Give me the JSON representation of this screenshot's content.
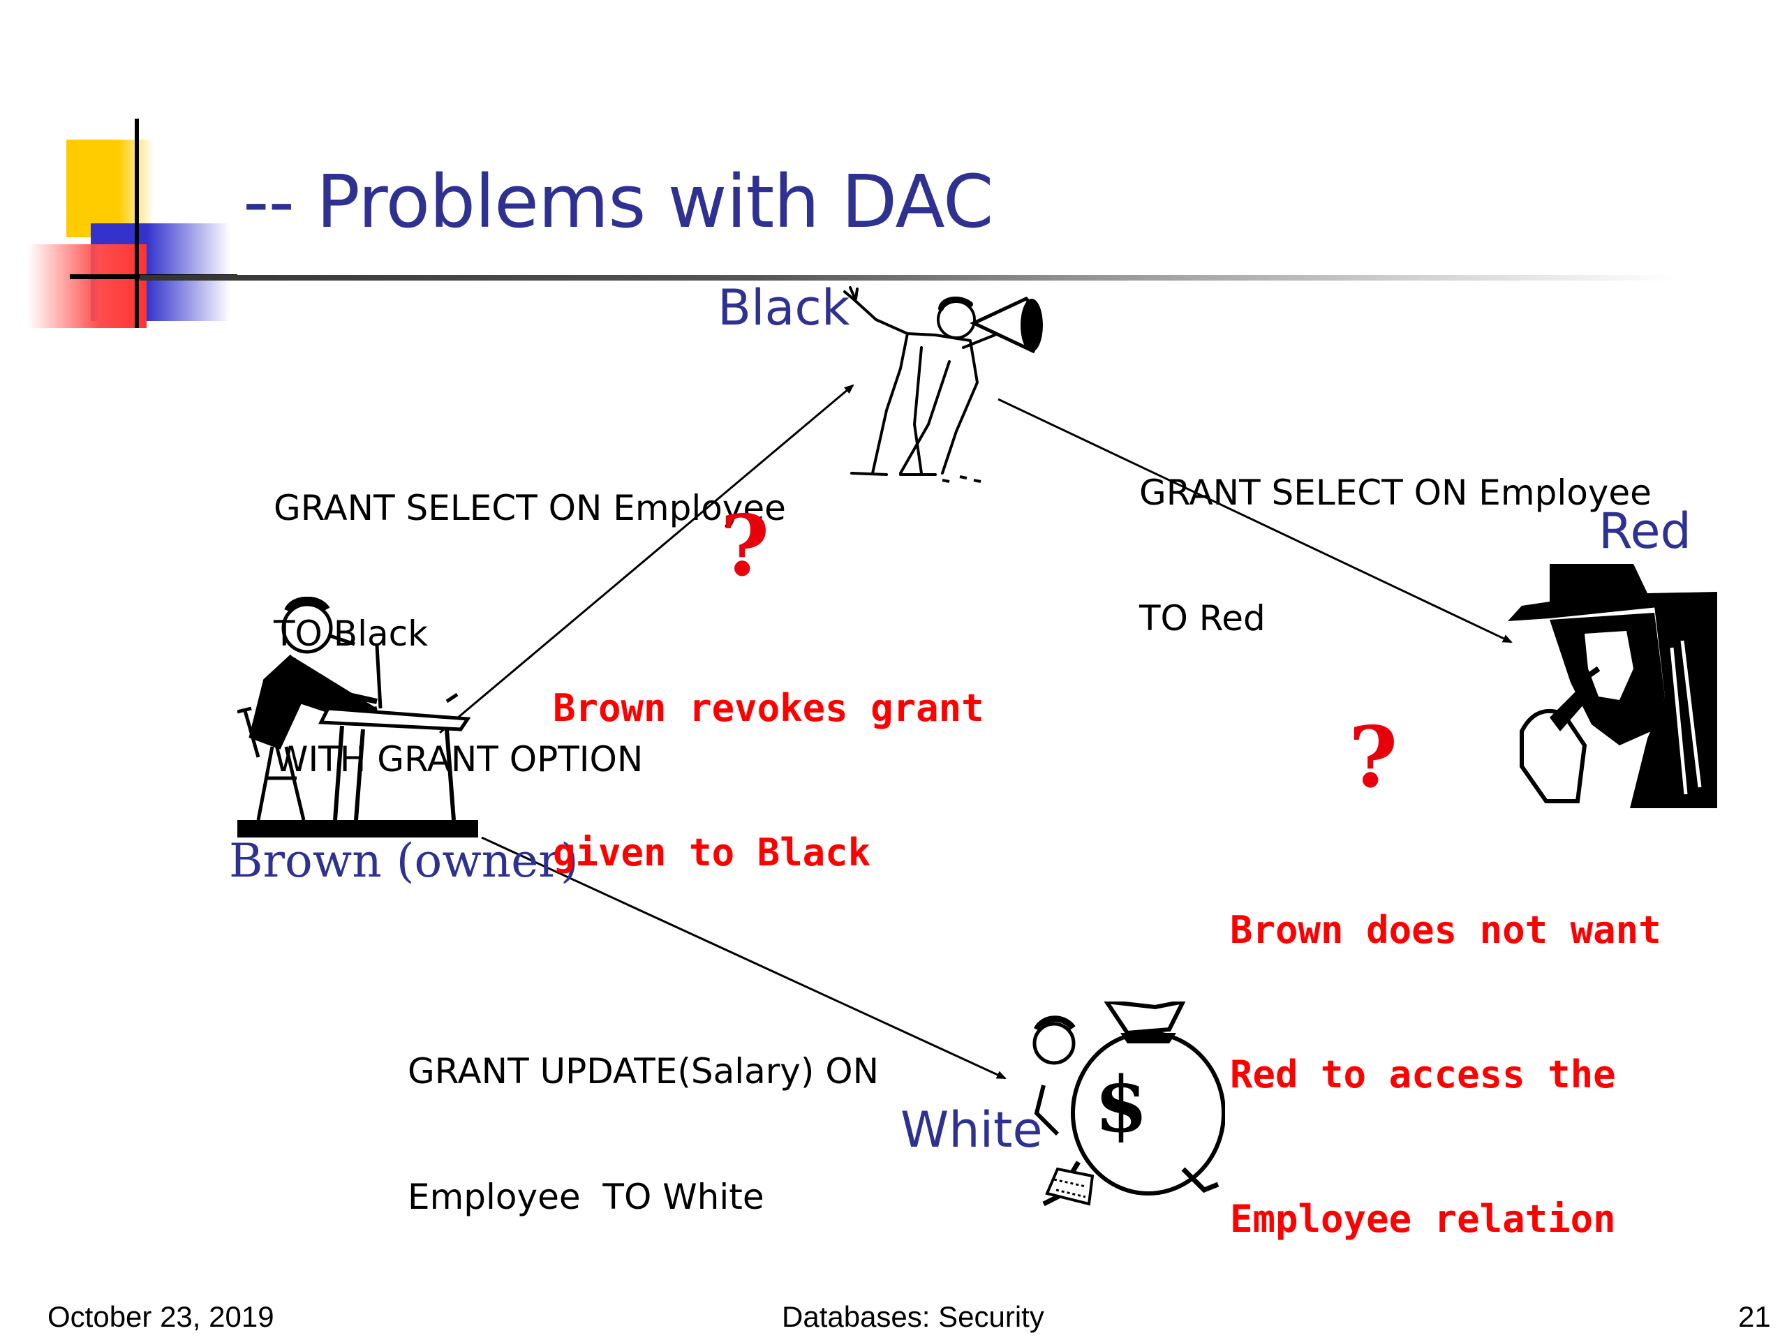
{
  "slide": {
    "title": "-- Problems with DAC",
    "accent_colors": {
      "title_blue": "#2e3192",
      "logo_yellow": "#ffcc00",
      "logo_blue": "#3333cc",
      "logo_red": "#ff3333",
      "alert_red": "#ff0000"
    }
  },
  "actors": {
    "black": {
      "label": "Black",
      "icon": "man-with-megaphone"
    },
    "red": {
      "label": "Red",
      "icon": "man-in-hat-with-pipe"
    },
    "brown": {
      "label": "Brown (owner)",
      "icon": "man-writing-at-desk"
    },
    "white": {
      "label": "White",
      "icon": "man-carrying-money-bag"
    }
  },
  "grants": {
    "brown_to_black": [
      "GRANT SELECT ON Employee",
      "TO Black",
      "WITH GRANT OPTION"
    ],
    "black_to_red": [
      "GRANT SELECT ON Employee",
      "TO Red"
    ],
    "brown_to_white": [
      "GRANT UPDATE(Salary) ON",
      "Employee  TO White"
    ]
  },
  "problems": {
    "question_mark": "?",
    "revoke_note": [
      "Brown revokes grant",
      "given to Black"
    ],
    "red_access_note": [
      "Brown does not want",
      "Red to access the",
      "Employee relation"
    ]
  },
  "footer": {
    "date": "October 23, 2019",
    "course": "Databases: Security",
    "page": "21"
  }
}
